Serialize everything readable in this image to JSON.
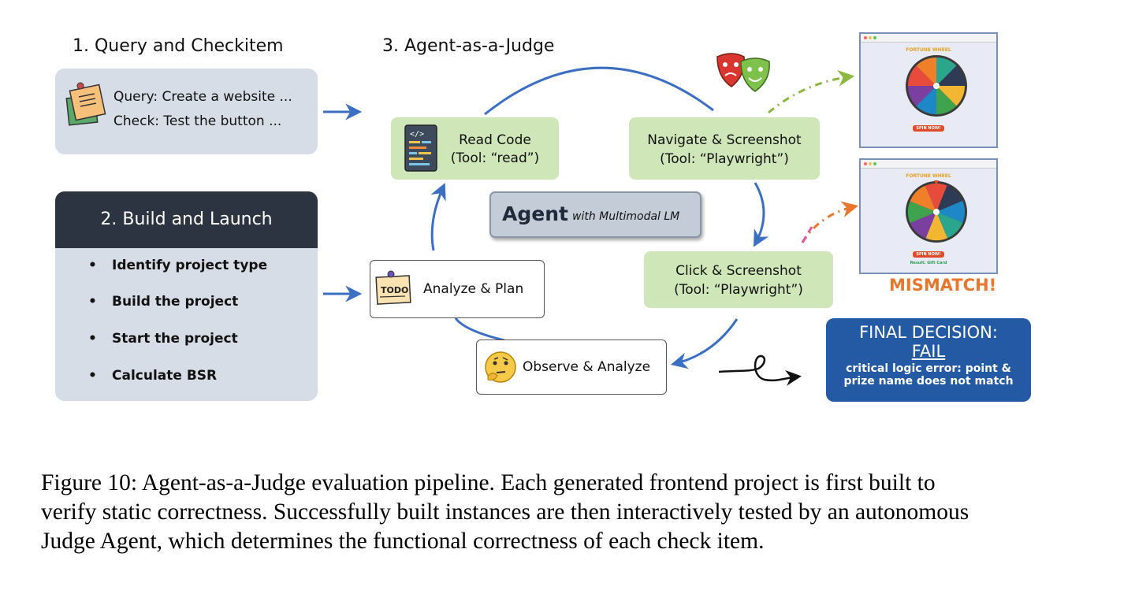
{
  "section1": {
    "title": "1. Query and Checkitem",
    "query": "Query: Create a website ...",
    "check": "Check: Test the button ..."
  },
  "section2": {
    "title": "2. Build and Launch",
    "items": [
      "Identify project type",
      "Build the project",
      "Start the project",
      "Calculate BSR"
    ]
  },
  "section3": {
    "title": "3. Agent-as-a-Judge"
  },
  "agent": {
    "name": "Agent",
    "subtitle": "with Multimodal LM"
  },
  "nodes": {
    "read": {
      "line1": "Read Code",
      "line2": "(Tool: “read”)"
    },
    "navigate": {
      "line1": "Navigate & Screenshot",
      "line2": "(Tool: “Playwright”)"
    },
    "click": {
      "line1": "Click & Screenshot",
      "line2": "(Tool: “Playwright”)"
    },
    "analyze": {
      "label": "Analyze & Plan",
      "todo": "TODO"
    },
    "observe": {
      "label": "Observe & Analyze"
    }
  },
  "screenshots": {
    "title": "FORTUNE WHEEL",
    "button": "SPIN NOW!",
    "result": "Result: Gift Card",
    "mismatch": "MISMATCH!"
  },
  "final": {
    "heading": "FINAL DECISION:",
    "verdict": "FAIL",
    "reason_line1": "critical logic error: point &",
    "reason_line2": "prize name does not match"
  },
  "caption": {
    "line1": "Figure 10: Agent-as-a-Judge evaluation pipeline. Each generated frontend project is first built to",
    "line2": "verify static correctness. Successfully built instances are then interactively tested by an autonomous",
    "line3": "Judge Agent, which determines the functional correctness of each check item."
  },
  "colors": {
    "arrow_blue": "#3b6fc1",
    "green_box": "#cfe6b8",
    "gray_box": "#d7dde6",
    "dark_header": "#2b3440",
    "final_blue": "#245aa3",
    "mismatch": "#e8762c"
  }
}
